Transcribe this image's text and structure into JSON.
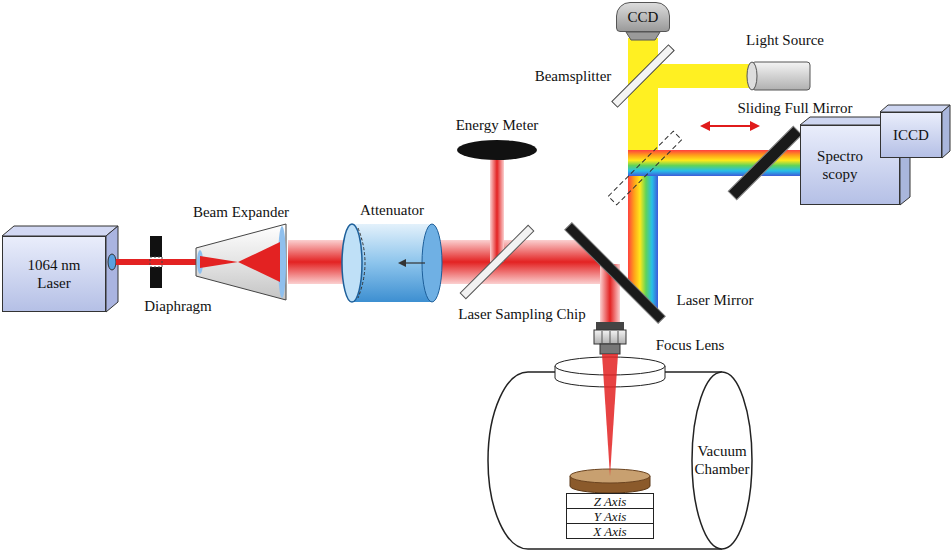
{
  "diagram": {
    "nodes": [
      {
        "text": [
          "CCD"
        ]
      },
      {
        "text": [
          "Spectro scopy"
        ]
      },
      {
        "text": [
          "ICCD"
        ]
      },
      {
        "text": [
          "1064 nm Laser"
        ]
      },
      {
        "text": [
          "Vacuum Chamber"
        ]
      },
      {
        "text": [
          "Z Axis"
        ],
        "in": 4
      },
      {
        "text": [
          "Y Axis"
        ],
        "in": 4
      },
      {
        "text": [
          "X Axis"
        ],
        "in": 4
      }
    ],
    "labels": [
      "Light Source",
      "Beamsplitter",
      "Sliding Full Mirror",
      "Energy Meter",
      "Beam Expander",
      "Attenuator",
      "Laser Mirror",
      "Diaphragm",
      "Laser Sampling Chip",
      "Focus Lens"
    ]
  }
}
